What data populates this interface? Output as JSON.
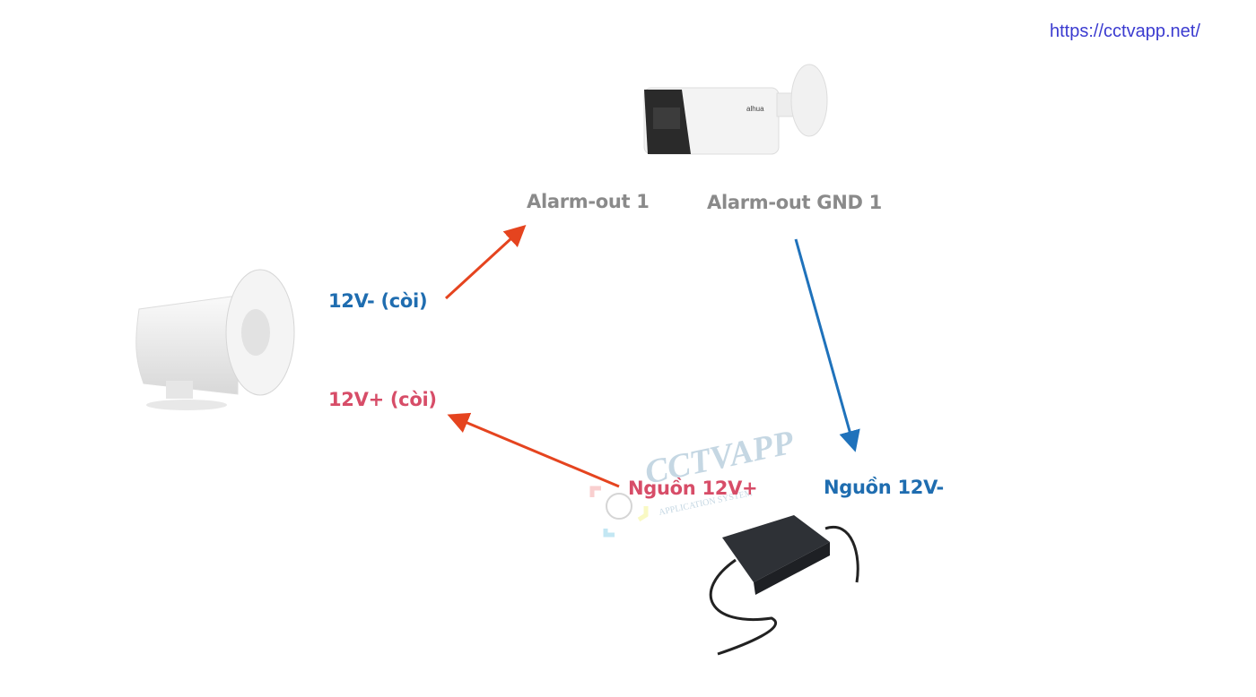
{
  "url": "https://cctvapp.net/",
  "labels": {
    "alarm_out_1": "Alarm-out 1",
    "alarm_out_gnd_1": "Alarm-out GND 1",
    "siren_neg": "12V- (còi)",
    "siren_pos": "12V+ (còi)",
    "power_pos": "Nguồn 12V+",
    "power_neg": "Nguồn 12V-"
  },
  "watermark": {
    "brand": "CCTVAPP",
    "tagline": "APPLICATION SYSTEM"
  },
  "camera_brand": "alhua",
  "colors": {
    "red_arrow": "#e5441f",
    "blue_arrow": "#1f72bb",
    "blue_text": "#1f6db0",
    "red_text": "#d74d68",
    "gray_text": "#8a8a8a"
  }
}
